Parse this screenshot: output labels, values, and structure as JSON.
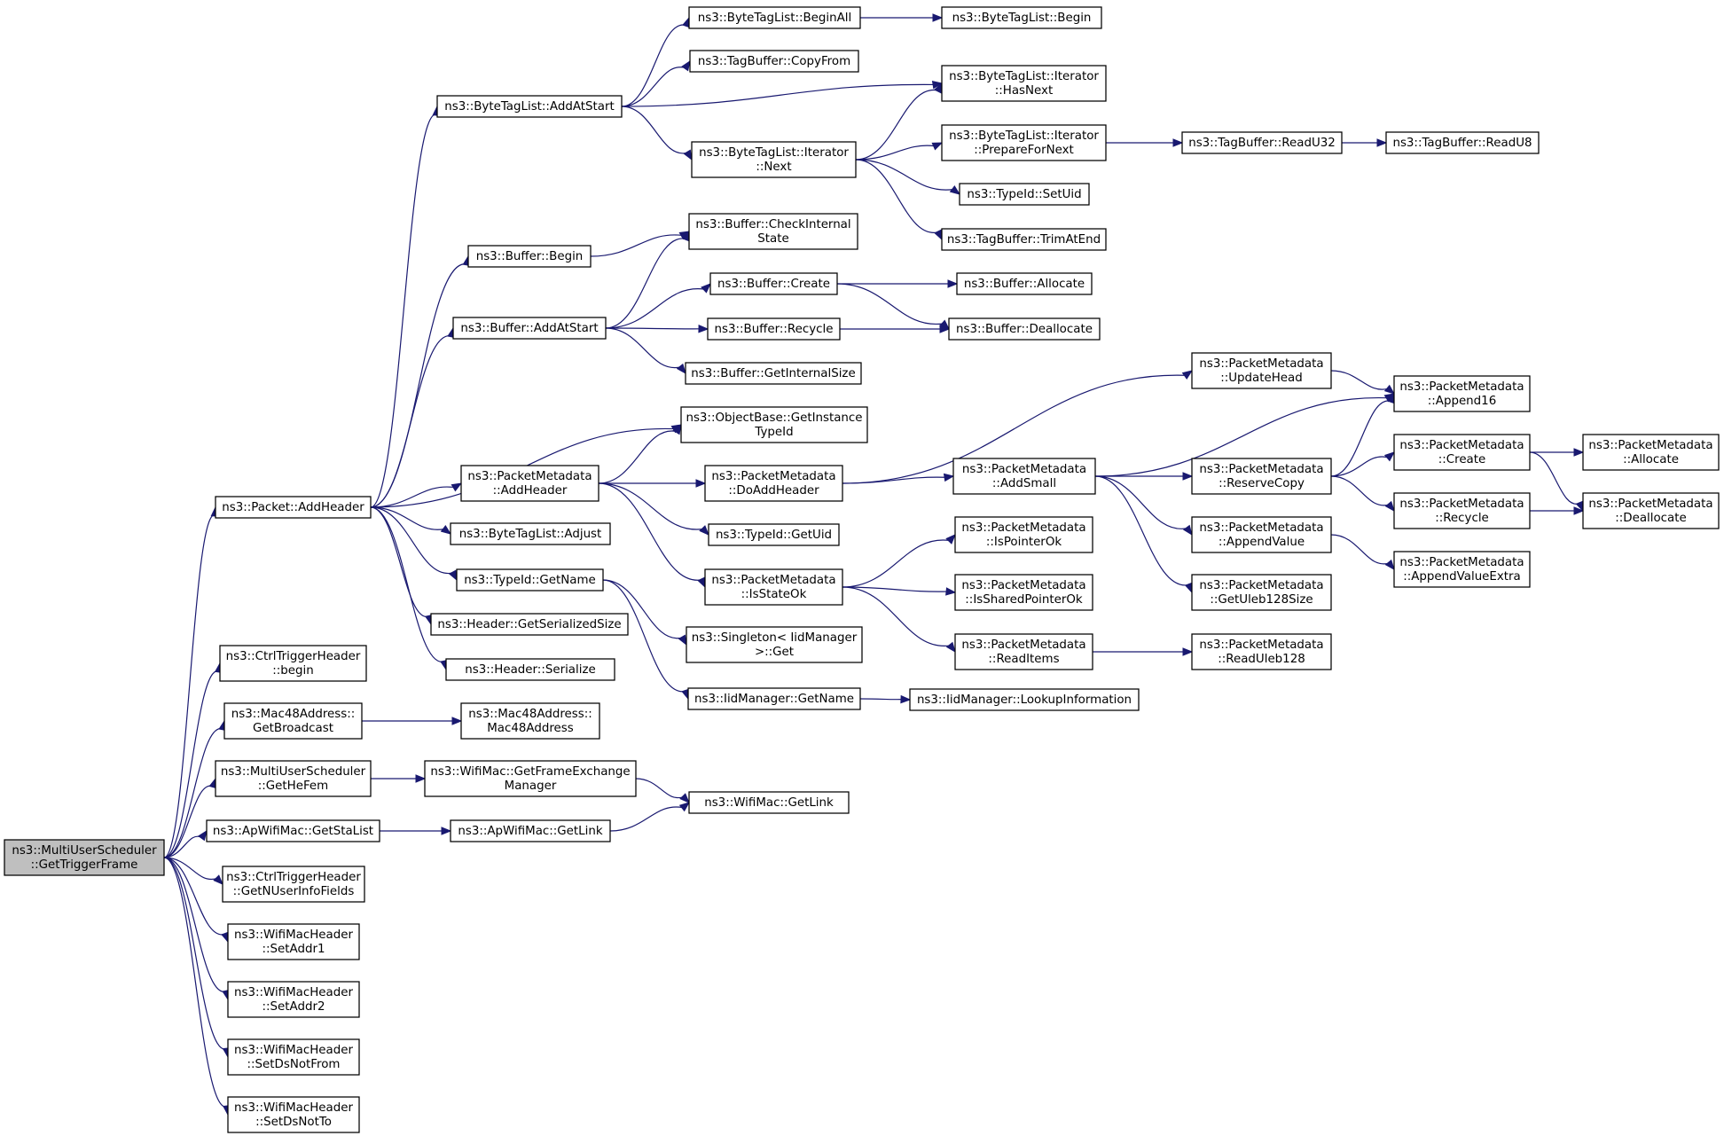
{
  "diagram": {
    "edge_color": "#191970",
    "root_fill": "#bfbfbf",
    "nodes": [
      {
        "id": "root",
        "lines": [
          "ns3::MultiUserScheduler",
          "::GetTriggerFrame"
        ]
      },
      {
        "id": "pkt_addheader",
        "lines": [
          "ns3::Packet::AddHeader"
        ]
      },
      {
        "id": "ctrl_begin",
        "lines": [
          "ns3::CtrlTriggerHeader",
          "::begin"
        ]
      },
      {
        "id": "mac48_getbroadcast",
        "lines": [
          "ns3::Mac48Address::",
          "GetBroadcast"
        ]
      },
      {
        "id": "mus_gethefem",
        "lines": [
          "ns3::MultiUserScheduler",
          "::GetHeFem"
        ]
      },
      {
        "id": "ap_getstalist",
        "lines": [
          "ns3::ApWifiMac::GetStaList"
        ]
      },
      {
        "id": "ctrl_getnuser",
        "lines": [
          "ns3::CtrlTriggerHeader",
          "::GetNUserInfoFields"
        ]
      },
      {
        "id": "wmh_setaddr1",
        "lines": [
          "ns3::WifiMacHeader",
          "::SetAddr1"
        ]
      },
      {
        "id": "wmh_setaddr2",
        "lines": [
          "ns3::WifiMacHeader",
          "::SetAddr2"
        ]
      },
      {
        "id": "wmh_setdsnotfrom",
        "lines": [
          "ns3::WifiMacHeader",
          "::SetDsNotFrom"
        ]
      },
      {
        "id": "wmh_setdsnotto",
        "lines": [
          "ns3::WifiMacHeader",
          "::SetDsNotTo"
        ]
      },
      {
        "id": "btl_addatstart",
        "lines": [
          "ns3::ByteTagList::AddAtStart"
        ]
      },
      {
        "id": "buf_begin",
        "lines": [
          "ns3::Buffer::Begin"
        ]
      },
      {
        "id": "buf_addatstart",
        "lines": [
          "ns3::Buffer::AddAtStart"
        ]
      },
      {
        "id": "pm_addheader",
        "lines": [
          "ns3::PacketMetadata",
          "::AddHeader"
        ]
      },
      {
        "id": "btl_adjust",
        "lines": [
          "ns3::ByteTagList::Adjust"
        ]
      },
      {
        "id": "typeid_getname",
        "lines": [
          "ns3::TypeId::GetName"
        ]
      },
      {
        "id": "hdr_getsersize",
        "lines": [
          "ns3::Header::GetSerializedSize"
        ]
      },
      {
        "id": "hdr_serialize",
        "lines": [
          "ns3::Header::Serialize"
        ]
      },
      {
        "id": "mac48_ctor",
        "lines": [
          "ns3::Mac48Address::",
          "Mac48Address"
        ]
      },
      {
        "id": "wm_getfem",
        "lines": [
          "ns3::WifiMac::GetFrameExchange",
          "Manager"
        ]
      },
      {
        "id": "ap_getlink",
        "lines": [
          "ns3::ApWifiMac::GetLink"
        ]
      },
      {
        "id": "btl_beginall",
        "lines": [
          "ns3::ByteTagList::BeginAll"
        ]
      },
      {
        "id": "tb_copyfrom",
        "lines": [
          "ns3::TagBuffer::CopyFrom"
        ]
      },
      {
        "id": "btli_next",
        "lines": [
          "ns3::ByteTagList::Iterator",
          "::Next"
        ]
      },
      {
        "id": "buf_checkinternal",
        "lines": [
          "ns3::Buffer::CheckInternal",
          "State"
        ]
      },
      {
        "id": "buf_create",
        "lines": [
          "ns3::Buffer::Create"
        ]
      },
      {
        "id": "buf_recycle",
        "lines": [
          "ns3::Buffer::Recycle"
        ]
      },
      {
        "id": "buf_getinternalsize",
        "lines": [
          "ns3::Buffer::GetInternalSize"
        ]
      },
      {
        "id": "ob_getinstancetypeid",
        "lines": [
          "ns3::ObjectBase::GetInstance",
          "TypeId"
        ]
      },
      {
        "id": "pm_doaddheader",
        "lines": [
          "ns3::PacketMetadata",
          "::DoAddHeader"
        ]
      },
      {
        "id": "typeid_getuid",
        "lines": [
          "ns3::TypeId::GetUid"
        ]
      },
      {
        "id": "pm_isstateok",
        "lines": [
          "ns3::PacketMetadata",
          "::IsStateOk"
        ]
      },
      {
        "id": "singleton_get",
        "lines": [
          "ns3::Singleton< IidManager",
          " >::Get"
        ]
      },
      {
        "id": "iid_getname",
        "lines": [
          "ns3::IidManager::GetName"
        ]
      },
      {
        "id": "wm_getlink",
        "lines": [
          "ns3::WifiMac::GetLink"
        ]
      },
      {
        "id": "btl_begin",
        "lines": [
          "ns3::ByteTagList::Begin"
        ]
      },
      {
        "id": "btli_hasnext",
        "lines": [
          "ns3::ByteTagList::Iterator",
          "::HasNext"
        ]
      },
      {
        "id": "btli_preparefornext",
        "lines": [
          "ns3::ByteTagList::Iterator",
          "::PrepareForNext"
        ]
      },
      {
        "id": "typeid_setuid",
        "lines": [
          "ns3::TypeId::SetUid"
        ]
      },
      {
        "id": "tb_trimatend",
        "lines": [
          "ns3::TagBuffer::TrimAtEnd"
        ]
      },
      {
        "id": "buf_allocate",
        "lines": [
          "ns3::Buffer::Allocate"
        ]
      },
      {
        "id": "buf_deallocate",
        "lines": [
          "ns3::Buffer::Deallocate"
        ]
      },
      {
        "id": "pm_addsmall",
        "lines": [
          "ns3::PacketMetadata",
          "::AddSmall"
        ]
      },
      {
        "id": "pm_ispointerok",
        "lines": [
          "ns3::PacketMetadata",
          "::IsPointerOk"
        ]
      },
      {
        "id": "pm_issharedpointerok",
        "lines": [
          "ns3::PacketMetadata",
          "::IsSharedPointerOk"
        ]
      },
      {
        "id": "pm_readitems",
        "lines": [
          "ns3::PacketMetadata",
          "::ReadItems"
        ]
      },
      {
        "id": "iid_lookupinfo",
        "lines": [
          "ns3::IidManager::LookupInformation"
        ]
      },
      {
        "id": "tb_readu32",
        "lines": [
          "ns3::TagBuffer::ReadU32"
        ]
      },
      {
        "id": "pm_updatehead",
        "lines": [
          "ns3::PacketMetadata",
          "::UpdateHead"
        ]
      },
      {
        "id": "pm_reservecopy",
        "lines": [
          "ns3::PacketMetadata",
          "::ReserveCopy"
        ]
      },
      {
        "id": "pm_appendvalue",
        "lines": [
          "ns3::PacketMetadata",
          "::AppendValue"
        ]
      },
      {
        "id": "pm_getuleb128size",
        "lines": [
          "ns3::PacketMetadata",
          "::GetUleb128Size"
        ]
      },
      {
        "id": "pm_readuleb128",
        "lines": [
          "ns3::PacketMetadata",
          "::ReadUleb128"
        ]
      },
      {
        "id": "tb_readu8",
        "lines": [
          "ns3::TagBuffer::ReadU8"
        ]
      },
      {
        "id": "pm_append16",
        "lines": [
          "ns3::PacketMetadata",
          "::Append16"
        ]
      },
      {
        "id": "pm_create",
        "lines": [
          "ns3::PacketMetadata",
          "::Create"
        ]
      },
      {
        "id": "pm_recycle",
        "lines": [
          "ns3::PacketMetadata",
          "::Recycle"
        ]
      },
      {
        "id": "pm_appendvalueextra",
        "lines": [
          "ns3::PacketMetadata",
          "::AppendValueExtra"
        ]
      },
      {
        "id": "pm_allocate",
        "lines": [
          "ns3::PacketMetadata",
          "::Allocate"
        ]
      },
      {
        "id": "pm_deallocate",
        "lines": [
          "ns3::PacketMetadata",
          "::Deallocate"
        ]
      }
    ],
    "edges": [
      [
        "root",
        "pkt_addheader"
      ],
      [
        "root",
        "ctrl_begin"
      ],
      [
        "root",
        "mac48_getbroadcast"
      ],
      [
        "root",
        "mus_gethefem"
      ],
      [
        "root",
        "ap_getstalist"
      ],
      [
        "root",
        "ctrl_getnuser"
      ],
      [
        "root",
        "wmh_setaddr1"
      ],
      [
        "root",
        "wmh_setaddr2"
      ],
      [
        "root",
        "wmh_setdsnotfrom"
      ],
      [
        "root",
        "wmh_setdsnotto"
      ],
      [
        "pkt_addheader",
        "btl_addatstart"
      ],
      [
        "pkt_addheader",
        "buf_begin"
      ],
      [
        "pkt_addheader",
        "buf_addatstart"
      ],
      [
        "pkt_addheader",
        "ob_getinstancetypeid"
      ],
      [
        "pkt_addheader",
        "pm_addheader"
      ],
      [
        "pkt_addheader",
        "btl_adjust"
      ],
      [
        "pkt_addheader",
        "typeid_getname"
      ],
      [
        "pkt_addheader",
        "hdr_getsersize"
      ],
      [
        "pkt_addheader",
        "hdr_serialize"
      ],
      [
        "mac48_getbroadcast",
        "mac48_ctor"
      ],
      [
        "mus_gethefem",
        "wm_getfem"
      ],
      [
        "ap_getstalist",
        "ap_getlink"
      ],
      [
        "btl_addatstart",
        "btl_beginall"
      ],
      [
        "btl_addatstart",
        "tb_copyfrom"
      ],
      [
        "btl_addatstart",
        "btli_hasnext"
      ],
      [
        "btl_addatstart",
        "btli_next"
      ],
      [
        "buf_begin",
        "buf_checkinternal"
      ],
      [
        "buf_addatstart",
        "buf_checkinternal"
      ],
      [
        "buf_addatstart",
        "buf_create"
      ],
      [
        "buf_addatstart",
        "buf_recycle"
      ],
      [
        "buf_addatstart",
        "buf_getinternalsize"
      ],
      [
        "pm_addheader",
        "ob_getinstancetypeid"
      ],
      [
        "pm_addheader",
        "pm_doaddheader"
      ],
      [
        "pm_addheader",
        "typeid_getuid"
      ],
      [
        "pm_addheader",
        "pm_isstateok"
      ],
      [
        "typeid_getname",
        "singleton_get"
      ],
      [
        "typeid_getname",
        "iid_getname"
      ],
      [
        "wm_getfem",
        "wm_getlink"
      ],
      [
        "ap_getlink",
        "wm_getlink"
      ],
      [
        "btl_beginall",
        "btl_begin"
      ],
      [
        "btli_next",
        "btli_hasnext"
      ],
      [
        "btli_next",
        "btli_preparefornext"
      ],
      [
        "btli_next",
        "typeid_setuid"
      ],
      [
        "btli_next",
        "tb_trimatend"
      ],
      [
        "buf_create",
        "buf_allocate"
      ],
      [
        "buf_create",
        "buf_deallocate"
      ],
      [
        "buf_recycle",
        "buf_deallocate"
      ],
      [
        "pm_doaddheader",
        "pm_updatehead"
      ],
      [
        "pm_doaddheader",
        "pm_addsmall"
      ],
      [
        "pm_isstateok",
        "pm_ispointerok"
      ],
      [
        "pm_isstateok",
        "pm_issharedpointerok"
      ],
      [
        "pm_isstateok",
        "pm_readitems"
      ],
      [
        "iid_getname",
        "iid_lookupinfo"
      ],
      [
        "btli_preparefornext",
        "tb_readu32"
      ],
      [
        "tb_readu32",
        "tb_readu8"
      ],
      [
        "pm_addsmall",
        "pm_append16"
      ],
      [
        "pm_addsmall",
        "pm_reservecopy"
      ],
      [
        "pm_addsmall",
        "pm_appendvalue"
      ],
      [
        "pm_addsmall",
        "pm_getuleb128size"
      ],
      [
        "pm_readitems",
        "pm_readuleb128"
      ],
      [
        "pm_updatehead",
        "pm_append16"
      ],
      [
        "pm_reservecopy",
        "pm_append16"
      ],
      [
        "pm_reservecopy",
        "pm_create"
      ],
      [
        "pm_reservecopy",
        "pm_recycle"
      ],
      [
        "pm_appendvalue",
        "pm_appendvalueextra"
      ],
      [
        "pm_create",
        "pm_allocate"
      ],
      [
        "pm_create",
        "pm_deallocate"
      ],
      [
        "pm_recycle",
        "pm_deallocate"
      ]
    ]
  }
}
